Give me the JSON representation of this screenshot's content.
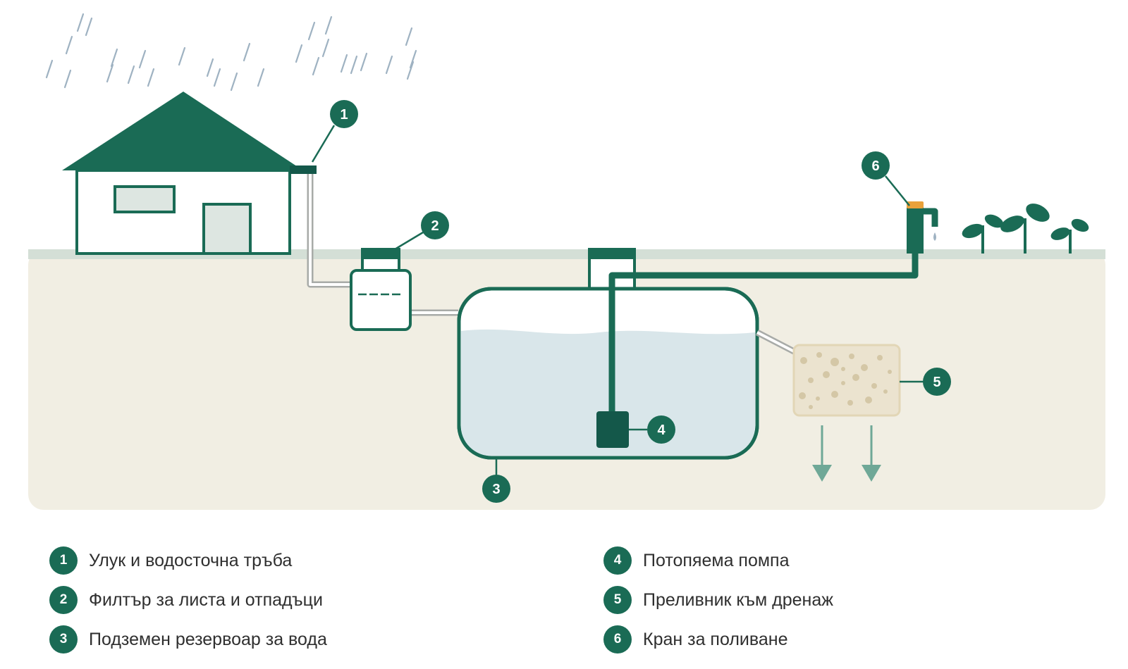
{
  "colors": {
    "green": "#1a6b55",
    "green_dark": "#14584a",
    "ground": "#f1eee3",
    "grass": "#d4dfd6",
    "water": "#d9e6ea",
    "soil_box": "#ebe3cf",
    "pipe_grey": "#a8aba8",
    "tap_orange": "#e9a13a",
    "house_fill": "#ffffff",
    "window_fill": "#dde6e1"
  },
  "icons": {
    "rain": "rain-icon",
    "house": "house-icon",
    "plant": "seedling-icon",
    "arrow": "arrow-down-icon"
  },
  "callouts": [
    "1",
    "2",
    "3",
    "4",
    "5",
    "6"
  ],
  "legend": [
    {
      "number": "1",
      "label": "Улук и водосточна тръба"
    },
    {
      "number": "2",
      "label": "Филтър за листа и отпадъци"
    },
    {
      "number": "3",
      "label": "Подземен резервоар за вода"
    },
    {
      "number": "4",
      "label": "Потопяема помпа"
    },
    {
      "number": "5",
      "label": "Преливник към дренаж"
    },
    {
      "number": "6",
      "label": "Кран за поливане"
    }
  ]
}
